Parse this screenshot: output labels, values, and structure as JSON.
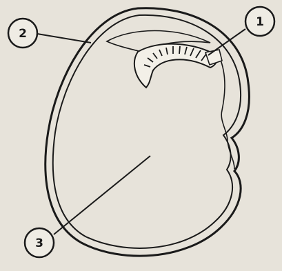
{
  "diagram": {
    "labels": [
      {
        "id": "1",
        "text": "1"
      },
      {
        "id": "2",
        "text": "2"
      },
      {
        "id": "3",
        "text": "3"
      }
    ],
    "colors": {
      "background": "#e7e3da",
      "ink": "#1a1a1a"
    }
  }
}
